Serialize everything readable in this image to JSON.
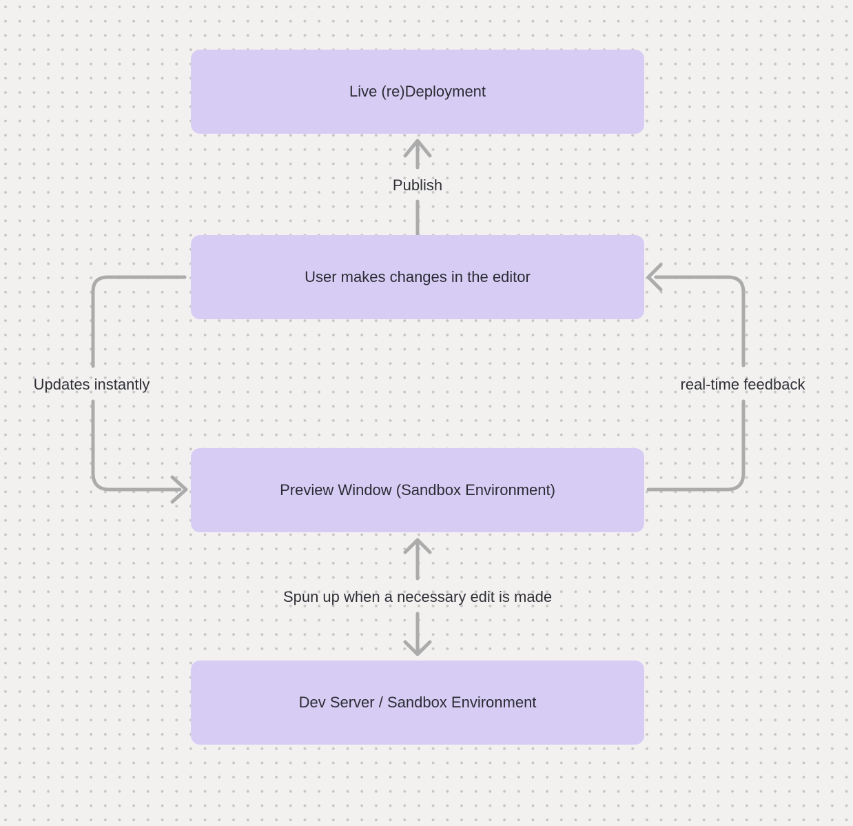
{
  "diagram": {
    "colors": {
      "background": "#f2f1f0",
      "dot_grid": "#c6c5c3",
      "node_fill": "#d7cdf4",
      "node_text": "#2b2b35",
      "edge_stroke": "#ababab",
      "edge_label_text": "#2f2f36"
    },
    "nodes": [
      {
        "id": "live-redeployment",
        "label": "Live (re)Deployment"
      },
      {
        "id": "user-editor",
        "label": "User makes changes in the editor"
      },
      {
        "id": "preview-window",
        "label": "Preview Window (Sandbox Environment)"
      },
      {
        "id": "dev-server",
        "label": "Dev Server / Sandbox Environment"
      }
    ],
    "edges": [
      {
        "from": "user-editor",
        "to": "live-redeployment",
        "label": "Publish",
        "direction": "up"
      },
      {
        "from": "user-editor",
        "to": "preview-window",
        "label": "Updates instantly",
        "direction": "down-left-loop"
      },
      {
        "from": "preview-window",
        "to": "user-editor",
        "label": "real-time feedback",
        "direction": "up-right-loop"
      },
      {
        "from": "preview-window",
        "to": "dev-server",
        "label": "Spun up when a necessary edit is made",
        "direction": "both"
      }
    ]
  }
}
